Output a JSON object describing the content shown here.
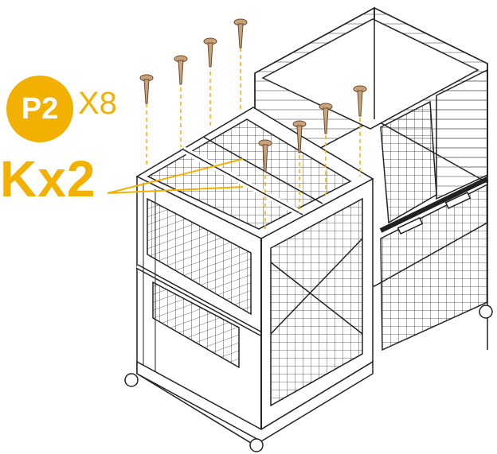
{
  "part_badge": {
    "label": "P2",
    "color": "#f2b000"
  },
  "part_quantity": "X8",
  "callout": {
    "label": "Kx2",
    "color": "#f2b000"
  },
  "screw_color": "#c8a27a",
  "guide_line_color": "#f2b000",
  "icons": [
    "screw-icon",
    "rabbit-hutch-illustration"
  ]
}
